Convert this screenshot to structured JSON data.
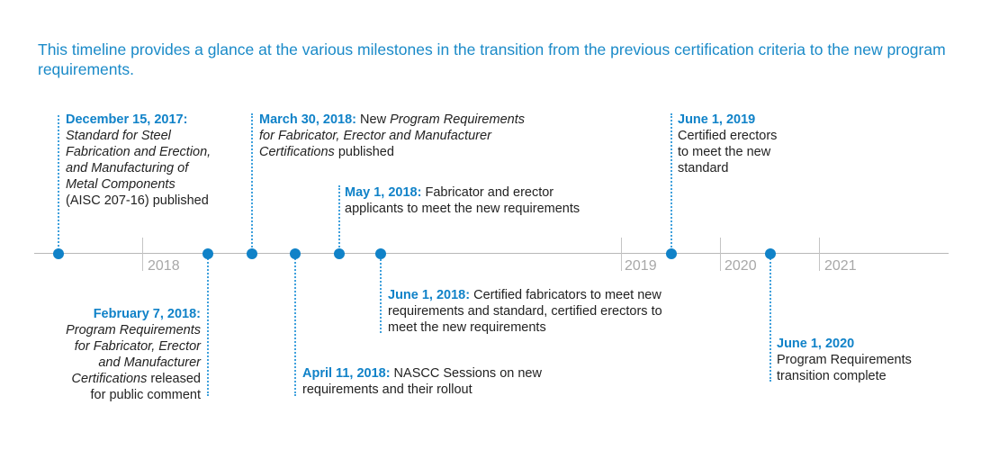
{
  "intro": "This timeline provides a glance at the various milestones in the transition from the previous certification criteria to the new program requirements.",
  "colors": {
    "accent": "#1082c8",
    "intro": "#1a8ac8",
    "axis": "#b8b8b8",
    "year_label": "#a8a8a8"
  },
  "years": [
    "2018",
    "2019",
    "2020",
    "2021"
  ],
  "events": [
    {
      "date": "December 15, 2017:",
      "lines": [
        "Standard for Steel",
        "Fabrication and Erection,",
        "and Manufacturing of",
        "Metal Components"
      ],
      "tail": "(AISC 207-16) published"
    },
    {
      "date": "February  7, 2018:",
      "lines": [
        "Program Requirements",
        "for Fabricator, Erector",
        "and Manufacturer"
      ],
      "italic_last": "Certifications",
      "last_rest": " released",
      "tail": "for public comment"
    },
    {
      "date": "March 30, 2018:",
      "first_rest": " New ",
      "first_italic": "Program Requirements",
      "line2": "for Fabricator, Erector and Manufacturer",
      "line3_italic": "Certifications",
      "line3_rest": " published"
    },
    {
      "date": "April 11, 2018:",
      "first_rest": " NASCC Sessions on new",
      "line2": "requirements and their rollout"
    },
    {
      "date": "May 1, 2018:",
      "first_rest": " Fabricator and erector",
      "line2": "applicants to meet the new requirements"
    },
    {
      "date": "June 1, 2018:",
      "first_rest": " Certified fabricators to meet new",
      "line2": "requirements and standard, certified erectors to",
      "line3": "meet the new requirements"
    },
    {
      "date": "June 1, 2019",
      "lines": [
        "Certified erectors",
        "to meet the new",
        "standard"
      ]
    },
    {
      "date": "June 1, 2020",
      "lines": [
        "Program Requirements",
        "transition complete"
      ]
    }
  ]
}
